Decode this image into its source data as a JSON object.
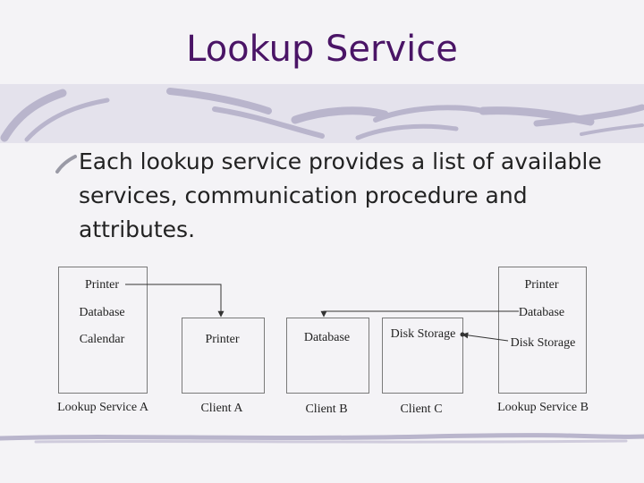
{
  "slide": {
    "title": "Lookup Service",
    "bullet": "Each lookup service provides a list of available services, communication procedure and attributes."
  },
  "diagram": {
    "lookup_a": {
      "name": "Lookup Service A",
      "items": [
        "Printer",
        "Database",
        "Calendar"
      ]
    },
    "client_a": {
      "name": "Client A",
      "item": "Printer"
    },
    "client_b": {
      "name": "Client B",
      "item": "Database"
    },
    "client_c": {
      "name": "Client C",
      "item": "Disk Storage"
    },
    "lookup_b": {
      "name": "Lookup Service B",
      "items": [
        "Printer",
        "Database",
        "Disk Storage"
      ]
    }
  },
  "colors": {
    "title": "#4a1466",
    "band": "#b9b5cc",
    "box_border": "#7a7a7a"
  },
  "icons": {
    "bullet": "quill-bullet-icon"
  }
}
